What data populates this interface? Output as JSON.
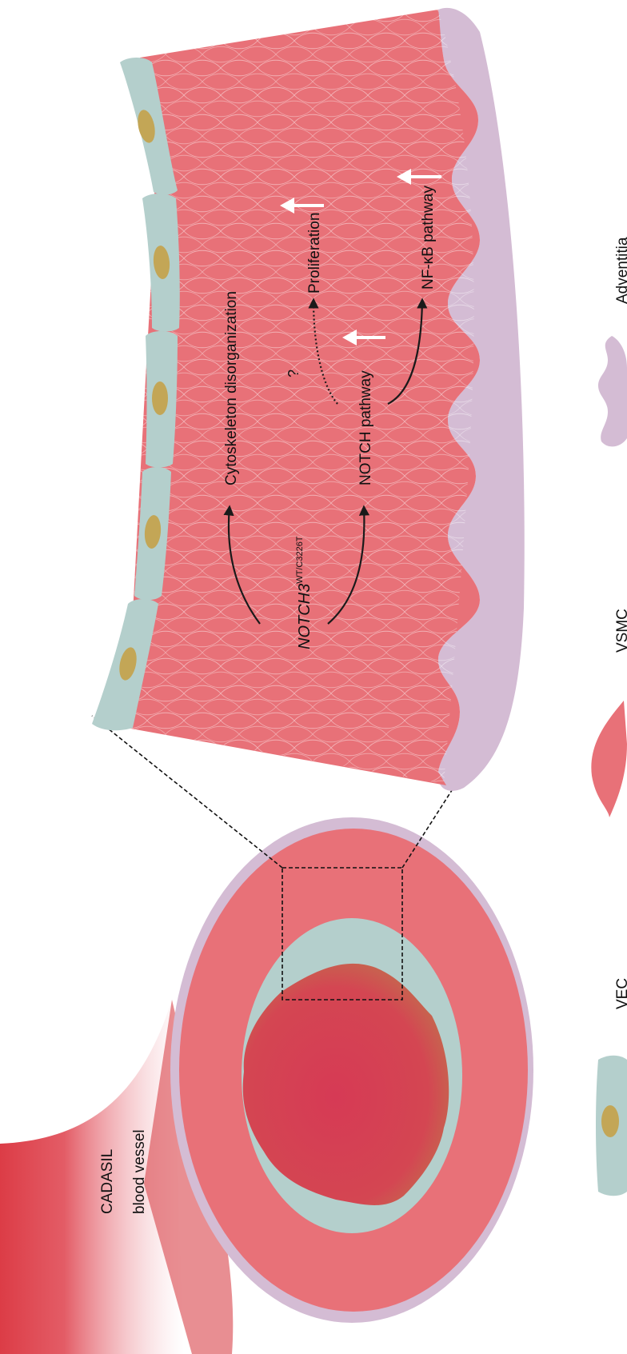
{
  "labels": {
    "vessel_line1": "CADASIL",
    "vessel_line2": "blood vessel",
    "gene": "NOTCH3",
    "gene_superscript": "WT/C3226T",
    "cytoskeleton": "Cytoskeleton disorganization",
    "notch_pathway": "NOTCH pathway",
    "proliferation": "Proliferation",
    "question_mark": "?",
    "nfkb_pathway": "NF-κB pathway"
  },
  "legend": {
    "vec": "VEC",
    "vsmc": "VSMC",
    "adventitia": "Adventitia"
  },
  "colors": {
    "endothelium": "#b4cfcc",
    "nucleus": "#c3a656",
    "smooth_muscle": "#e87178",
    "adventitia": "#d4bcd4",
    "lumen": "#d63c54",
    "vessel_tail": "#dc3c46",
    "arrow": "#1a1a1a",
    "regulation_arrow": "#ffffff"
  }
}
